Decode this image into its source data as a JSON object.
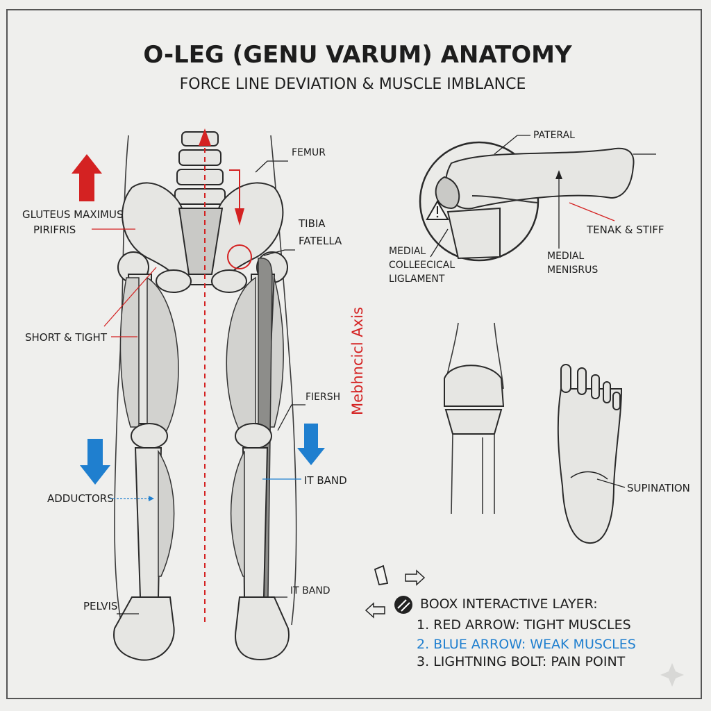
{
  "title": "O-LEG (GENU VARUM) ANATOMY",
  "subtitle": "FORCE LINE DEVIATION & MUSCLE IMBLANCE",
  "axis_label": "Mebhncicl Axis",
  "labels": {
    "femur": "FEMUR",
    "gluteus_1": "GLUTEUS MAXIMUS",
    "gluteus_2": "PIRIFRIS",
    "tibia": "TIBIA",
    "patella": "FATELLA",
    "short_tight": "SHORT & TIGHT",
    "fiersh": "FIERSH",
    "adductors": "ADDUCTORS",
    "it_band_1": "IT BAND",
    "it_band_2": "IT BAND",
    "pelvis": "PELVIS",
    "pateral": "PATERAL",
    "tenak": "TENAK & STIFF",
    "mcl_1": "MEDIAL",
    "mcl_2": "COLLEECICAL",
    "mcl_3": "LIGLAMENT",
    "meniscus_1": "MEDIAL",
    "meniscus_2": "MENISRUS",
    "supination": "SUPINATION"
  },
  "legend": {
    "title": "BOOX INTERACTIVE LAYER:",
    "items": [
      {
        "text": "1. RED ARROW: TIGHT MUSCLES",
        "color": "#1d1d1d"
      },
      {
        "text": "2. BLUE ARROW: WEAK MUSCLES",
        "color": "#1f7fcf"
      },
      {
        "text": "3. LIGHTNING BOLT: PAIN POINT",
        "color": "#1d1d1d"
      }
    ]
  },
  "colors": {
    "tight": "#d42222",
    "weak": "#1f7fcf",
    "ink": "#1d1d1d"
  },
  "icons": [
    "red-up-arrow-icon",
    "blue-down-arrow-icon",
    "warning-triangle-icon",
    "lightning-bolt-icon",
    "hammer-icon",
    "right-arrow-icon",
    "left-arrow-icon",
    "sparkle-icon"
  ]
}
